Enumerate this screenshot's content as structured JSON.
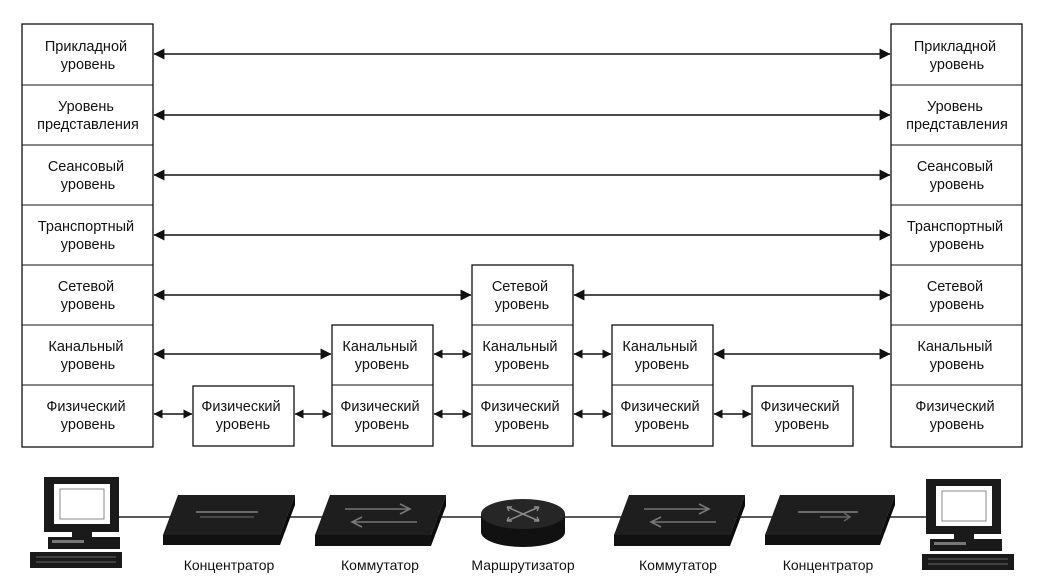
{
  "layers": {
    "application": [
      "Прикладной",
      "уровень"
    ],
    "presentation": [
      "Уровень",
      "представления"
    ],
    "session": [
      "Сеансовый",
      "уровень"
    ],
    "transport": [
      "Транспортный",
      "уровень"
    ],
    "network": [
      "Сетевой",
      "уровень"
    ],
    "datalink": [
      "Канальный",
      "уровень"
    ],
    "physical": [
      "Физический",
      "уровень"
    ]
  },
  "devices": {
    "hub1": "Концентратор",
    "switch1": "Коммутатор",
    "router": "Маршрутизатор",
    "switch2": "Коммутатор",
    "hub2": "Концентратор"
  },
  "icons": {
    "left_host": "computer-icon",
    "right_host": "computer-icon",
    "hub1": "hub-icon",
    "switch1": "switch-icon",
    "router": "router-icon",
    "switch2": "switch-icon",
    "hub2": "hub-icon"
  }
}
